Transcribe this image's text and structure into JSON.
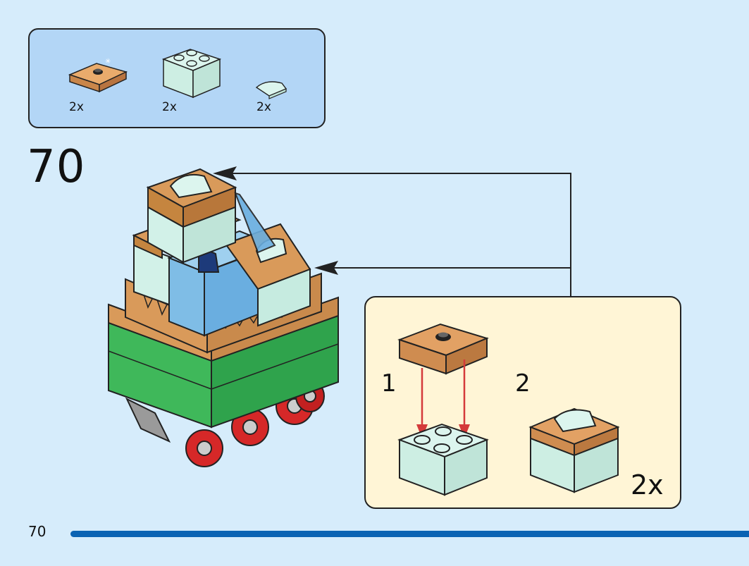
{
  "parts": [
    {
      "name": "orange 2x2 jumper plate",
      "qty": "2x",
      "icon": "orange-jumper-plate-icon",
      "color": "#e2a164"
    },
    {
      "name": "light aqua 2x2 brick",
      "qty": "2x",
      "icon": "aqua-brick-icon",
      "color": "#d2f1e8"
    },
    {
      "name": "light aqua quarter round tile",
      "qty": "2x",
      "icon": "aqua-quarter-tile-icon",
      "color": "#d2f1e8"
    }
  ],
  "step": {
    "number": "70"
  },
  "callout": {
    "sub1": "1",
    "sub2": "2",
    "multiplier": "2x"
  },
  "page": {
    "number": "70"
  },
  "colors": {
    "background": "#d6ecfb",
    "parts_box": "#b3d6f6",
    "callout_bg": "#fff5d6",
    "accent_blue": "#0b63b3",
    "tan": "#d99a5a",
    "green": "#3fb85a",
    "red_wheel": "#d62828",
    "arrow_red": "#d43a3a"
  }
}
